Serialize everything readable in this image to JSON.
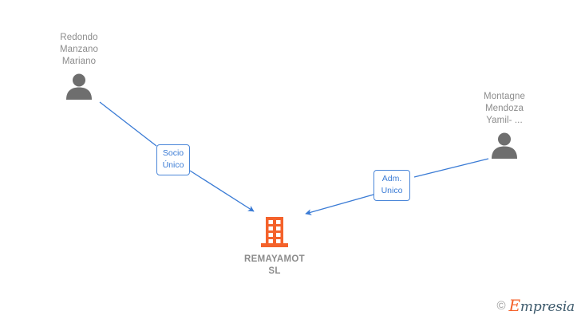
{
  "graph": {
    "title": "REMAYAMOT SL relationship graph",
    "colors": {
      "edge": "#3a7bd5",
      "edge_label_border": "#4a86d8",
      "edge_label_text": "#3a7bd5",
      "person_icon": "#6e6e6e",
      "person_text": "#8c8c8c",
      "company_icon": "#f4622b",
      "company_text": "#8c8c8c",
      "background": "#ffffff"
    },
    "nodes": [
      {
        "id": "person-redondo-manzano-mariano",
        "type": "person",
        "label": "Redondo\nManzano\nMariano",
        "icon": "person-icon"
      },
      {
        "id": "company-remayamot-sl",
        "type": "company",
        "label": "REMAYAMOT\nSL",
        "icon": "building-icon"
      },
      {
        "id": "person-montagne-mendoza-yamil",
        "type": "person",
        "label": "Montagne\nMendoza\nYamil- ...",
        "icon": "person-icon"
      }
    ],
    "edges": [
      {
        "id": "edge-socio-unico",
        "from": "person-redondo-manzano-mariano",
        "to": "company-remayamot-sl",
        "label": "Socio\nÚnico"
      },
      {
        "id": "edge-adm-unico",
        "from": "person-montagne-mendoza-yamil",
        "to": "company-remayamot-sl",
        "label": "Adm.\nUnico"
      }
    ]
  },
  "watermark": {
    "copyright": "©",
    "brand_initial": "E",
    "brand_rest": "mpresia"
  }
}
